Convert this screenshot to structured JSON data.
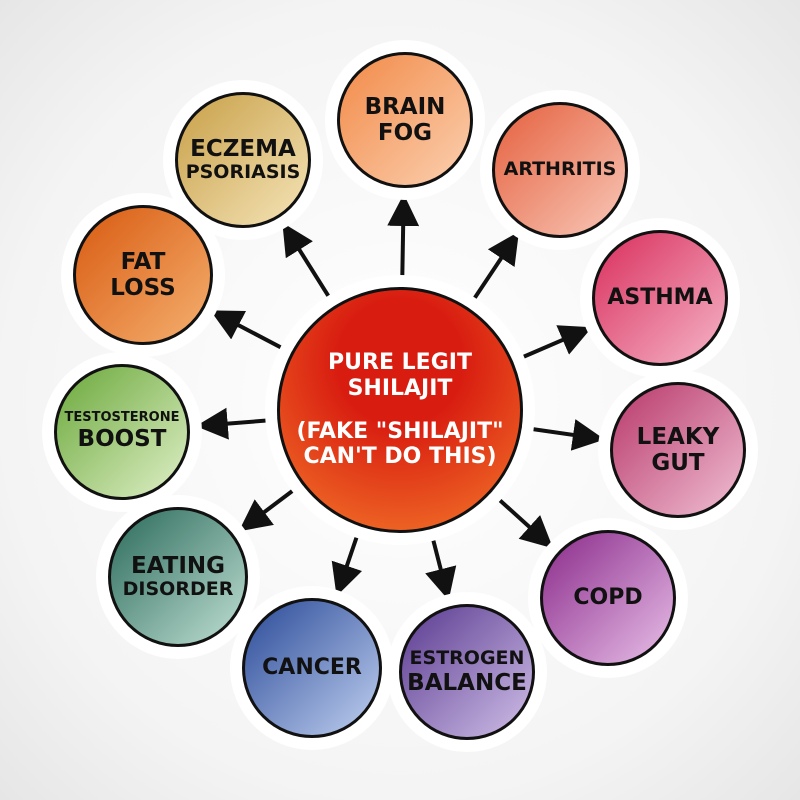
{
  "center": {
    "line1": "PURE LEGIT",
    "line2": "SHILAJIT",
    "line3": "(FAKE \"SHILAJIT\"",
    "line4": "CAN'T DO THIS)",
    "colors": [
      "#d81c10",
      "#f47a2a"
    ]
  },
  "benefits": [
    {
      "lines": [
        "BRAIN",
        "FOG"
      ],
      "colors": [
        "#f28a48",
        "#fbd0b0"
      ]
    },
    {
      "lines": [
        "ARTHRITIS"
      ],
      "colors": [
        "#e5603e",
        "#f8c8b8"
      ]
    },
    {
      "lines": [
        "ASTHMA"
      ],
      "colors": [
        "#d92e5c",
        "#f5b5c8"
      ]
    },
    {
      "lines": [
        "LEAKY",
        "GUT"
      ],
      "colors": [
        "#b8386a",
        "#f0c0d4"
      ]
    },
    {
      "lines": [
        "COPD"
      ],
      "colors": [
        "#8a2a8a",
        "#e8c0e8"
      ]
    },
    {
      "lines": [
        "ESTROGEN",
        "BALANCE"
      ],
      "colors": [
        "#5a3a90",
        "#d0c0e8"
      ]
    },
    {
      "lines": [
        "CANCER"
      ],
      "colors": [
        "#2a4a98",
        "#c0d0f0"
      ]
    },
    {
      "lines": [
        "EATING",
        "DISORDER"
      ],
      "colors": [
        "#2a6a5a",
        "#c0e0d4"
      ]
    },
    {
      "lines": [
        "TESTOSTERONE",
        "BOOST"
      ],
      "colors": [
        "#6aa83a",
        "#e0f0c8"
      ]
    },
    {
      "lines": [
        "FAT",
        "LOSS"
      ],
      "colors": [
        "#d85a10",
        "#f5b070"
      ]
    },
    {
      "lines": [
        "ECZEMA",
        "PSORIASIS"
      ],
      "colors": [
        "#c8a048",
        "#f5e4b8"
      ]
    }
  ]
}
